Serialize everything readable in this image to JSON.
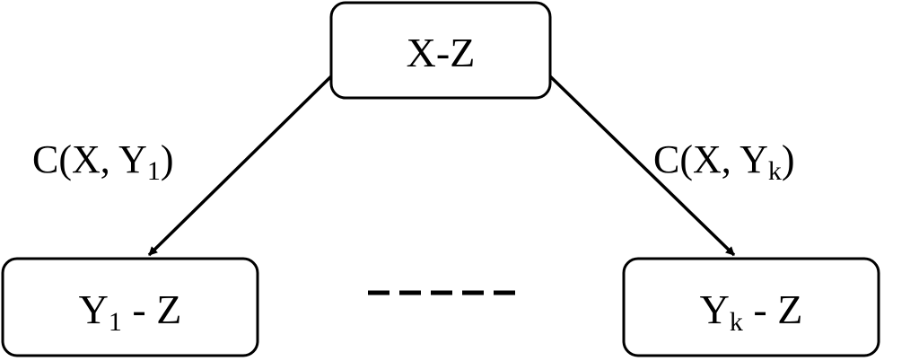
{
  "nodes": {
    "root": {
      "label": "X-Z"
    },
    "left": {
      "main": "Y",
      "sub": "1",
      "suffix": " - Z"
    },
    "right": {
      "main": "Y",
      "sub": "k",
      "suffix": " - Z"
    }
  },
  "edges": {
    "left": {
      "prefix": "C(X, Y",
      "sub": "1",
      "suffix": ")"
    },
    "right": {
      "prefix": "C(X, Y",
      "sub": "k",
      "suffix": ")"
    }
  },
  "ellipsis": {
    "style": "dashed"
  }
}
